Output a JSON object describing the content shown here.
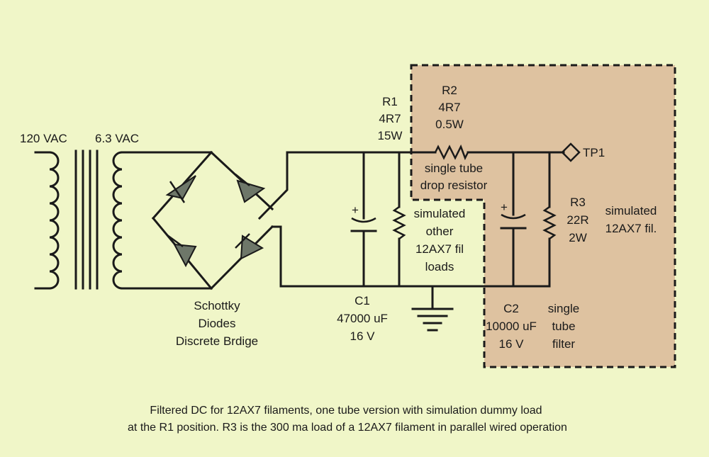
{
  "colors": {
    "background": "#F0F6C8",
    "region_fill": "#DEC2A0",
    "diode_fill": "#6E7769",
    "line": "#1A1A1A"
  },
  "labels": {
    "primary_voltage": "120 VAC",
    "secondary_voltage": "6.3 VAC",
    "bridge_line1": "Schottky",
    "bridge_line2": "Diodes",
    "bridge_line3": "Discrete Brdige",
    "r1_name": "R1",
    "r1_value": "4R7",
    "r1_power": "15W",
    "r2_name": "R2",
    "r2_value": "4R7",
    "r2_power": "0.5W",
    "r2_desc1": "single tube",
    "r2_desc2": "drop resistor",
    "sim_line1": "simulated",
    "sim_line2": "other",
    "sim_line3": "12AX7 fil",
    "sim_line4": "loads",
    "c1_name": "C1",
    "c1_value": "47000 uF",
    "c1_voltage": "16 V",
    "c2_name": "C2",
    "c2_value": "10000 uF",
    "c2_voltage": "16 V",
    "filter_line1": "single",
    "filter_line2": "tube",
    "filter_line3": "filter",
    "r3_name": "R3",
    "r3_value": "22R",
    "r3_power": "2W",
    "fil_line1": "simulated",
    "fil_line2": "12AX7 fil.",
    "tp1": "TP1",
    "cap_plus": "+"
  },
  "caption": {
    "line1": "Filtered DC for 12AX7 filaments, one tube version with simulation dummy load",
    "line2": "at the R1 position.  R3 is the 300 ma load of a 12AX7 filament in parallel wired operation"
  },
  "icons": {
    "transformer": "transformer-icon",
    "diode": "schottky-diode-icon",
    "capacitor": "polarized-capacitor-icon",
    "resistor": "resistor-icon",
    "ground": "ground-icon",
    "test_point": "test-point-diamond-icon"
  }
}
